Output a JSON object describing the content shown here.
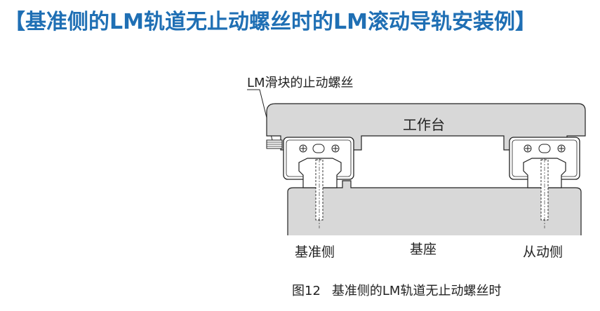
{
  "page_title": "【基准侧的LM轨道无止动螺丝时的LM滚动导轨安装例】",
  "labels": {
    "stop_screw": "LM滑块的止动螺丝",
    "table": "工作台",
    "reference_side": "基准侧",
    "base": "基座",
    "follower_side": "从动侧"
  },
  "caption": {
    "number": "图12",
    "text": "基准侧的LM轨道无止动螺丝时"
  },
  "colors": {
    "title": "#1f6fb4",
    "part_fill": "#d8d8d8",
    "line": "#222222"
  }
}
